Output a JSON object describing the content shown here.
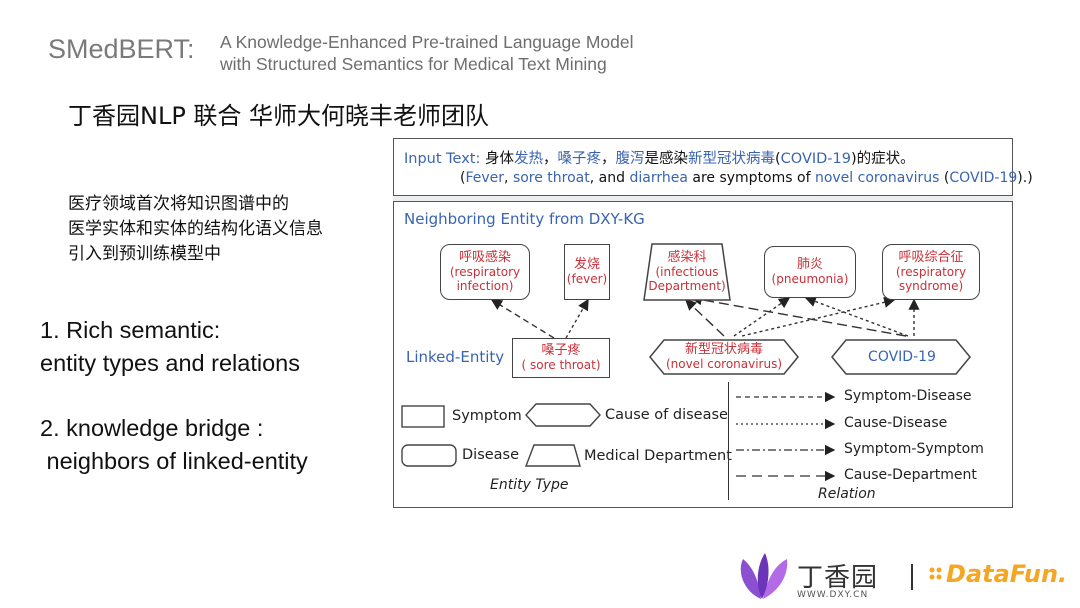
{
  "title": {
    "main": "SMedBERT:",
    "sub_line1": "A Knowledge-Enhanced Pre-trained Language Model",
    "sub_line2": "with Structured Semantics for Medical Text Mining"
  },
  "team": "丁香园NLP 联合 华师大何晓丰老师团队",
  "description": [
    "医疗领域首次将知识图谱中的",
    "医学实体和实体的结构化语义信息",
    "引入到预训练模型中"
  ],
  "points": [
    {
      "line1": "1. Rich semantic:",
      "line2": "entity types and relations"
    },
    {
      "line1": "2. knowledge bridge :",
      "line2": " neighbors of linked-entity"
    }
  ],
  "figure": {
    "input_label": "Input Text:",
    "input_cn": {
      "p1": "身体",
      "fever": "发热",
      "p2": "，",
      "throat": "嗓子疼",
      "p3": "，",
      "diarrhea": "腹泻",
      "p4": "是感染",
      "covid_cn": "新型冠状病毒",
      "p5": "(",
      "covid": "COVID-19",
      "p6": ")的症状。"
    },
    "input_en": {
      "p1": "(",
      "fever": "Fever",
      "p2": ", ",
      "throat": "sore throat",
      "p3": ", and ",
      "diarrhea": "diarrhea",
      "p4": " are symptoms of ",
      "novel": "novel coronavirus",
      "p5": " (",
      "covid": "COVID-19",
      "p6": ").)"
    },
    "neighbor_title": "Neighboring Entity from DXY-KG",
    "neighbors": [
      {
        "cn": "呼吸感染",
        "en1": "(respiratory",
        "en2": "infection)"
      },
      {
        "cn": "发烧",
        "en1": "(fever)",
        "en2": ""
      },
      {
        "cn": "感染科",
        "en1": "(infectious",
        "en2": "Department)"
      },
      {
        "cn": "肺炎",
        "en1": "(pneumonia)",
        "en2": ""
      },
      {
        "cn": "呼吸综合征",
        "en1": "(respiratory",
        "en2": "syndrome)"
      }
    ],
    "linked_label": "Linked-Entity",
    "linked": [
      {
        "cn": "嗓子疼",
        "en": "( sore throat)"
      },
      {
        "cn": "新型冠状病毒",
        "en": "(novel coronavirus)"
      },
      {
        "cn": "COVID-19",
        "en": ""
      }
    ],
    "legend": {
      "symptom": "Symptom",
      "cause": "Cause of disease",
      "disease": "Disease",
      "department": "Medical Department",
      "entity_type_caption": "Entity Type",
      "relations": [
        "Symptom-Disease",
        "Cause-Disease",
        "Symptom-Symptom",
        "Cause-Department"
      ],
      "relation_caption": "Relation"
    }
  },
  "logos": {
    "dxy_name": "丁香园",
    "dxy_url": "WWW.DXY.CN",
    "datafun": "DataFun."
  }
}
